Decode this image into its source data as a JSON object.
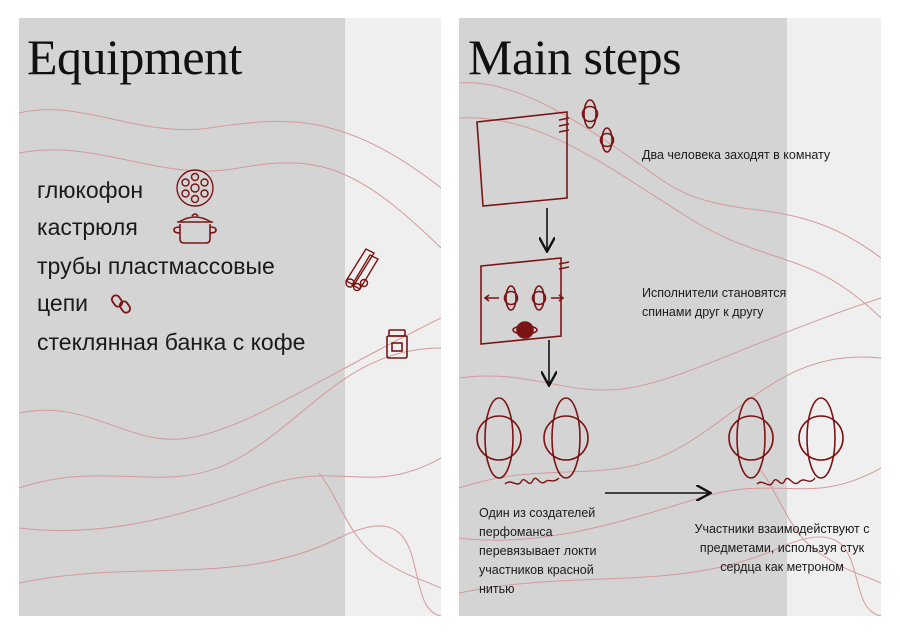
{
  "colors": {
    "accent": "#7a1414",
    "panel_bg": "#d4d4d4",
    "panel_light": "#efefef"
  },
  "equipment": {
    "title": "Equipment",
    "items": [
      {
        "label": "глюкофон",
        "icon": "glucophone-icon"
      },
      {
        "label": "кастрюля",
        "icon": "pot-icon"
      },
      {
        "label": "трубы пластмассовые",
        "icon": "pipes-icon"
      },
      {
        "label": "цепи",
        "icon": "chain-icon"
      },
      {
        "label": "стеклянная банка с кофе",
        "icon": "jar-icon"
      }
    ]
  },
  "steps": {
    "title": "Main steps",
    "items": [
      {
        "text": "Два человека заходят в комнату"
      },
      {
        "text": "Исполнители становятся спинами друг к другу"
      },
      {
        "text": "Один из создателей перфоманса перевязывает локти участников красной нитью"
      },
      {
        "text": "Участники взаимодействуют с предметами, используя стук сердца как метроном"
      }
    ]
  }
}
